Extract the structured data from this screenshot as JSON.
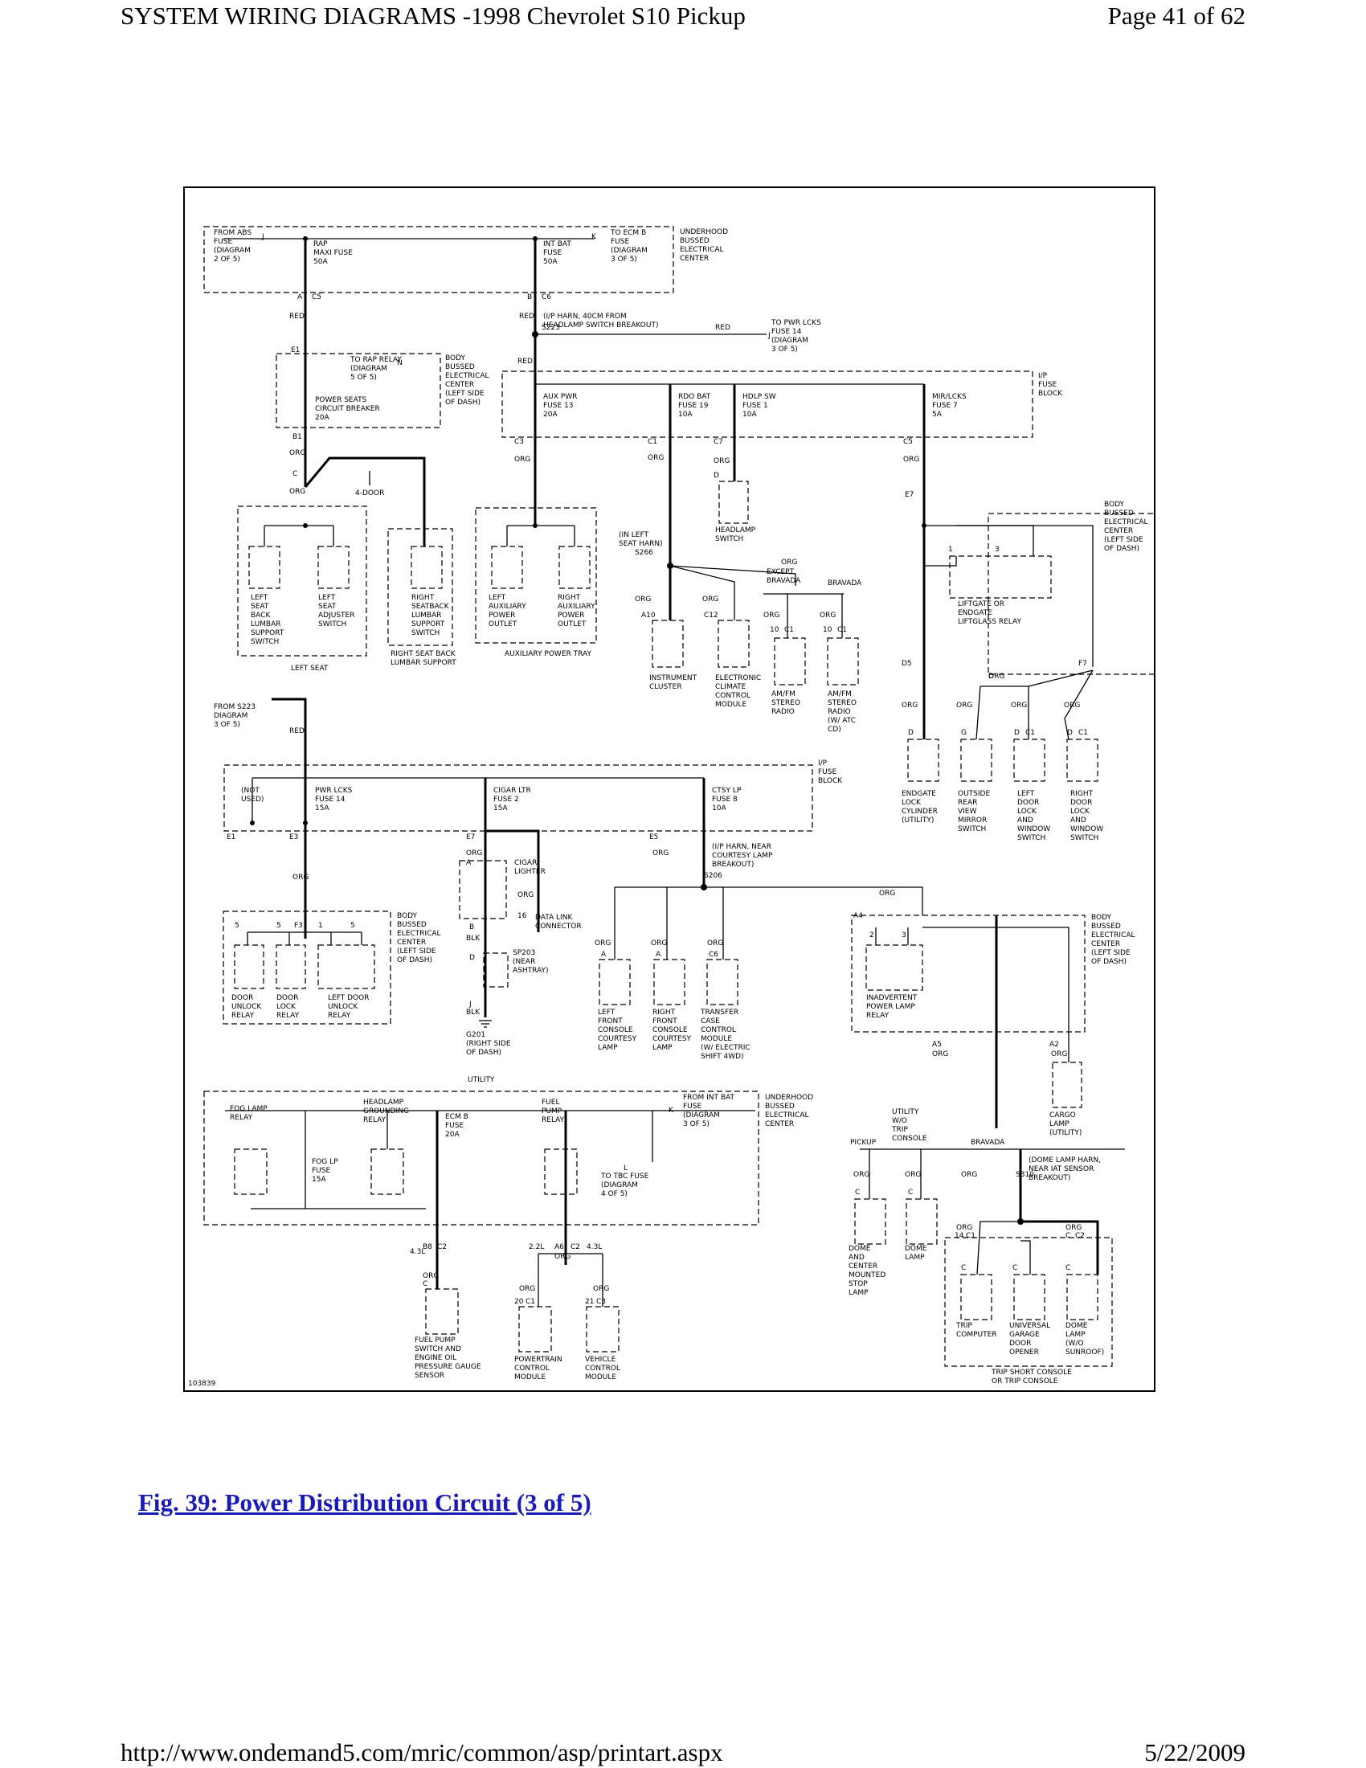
{
  "header": {
    "title": "SYSTEM WIRING DIAGRAMS -1998 Chevrolet S10 Pickup",
    "page": "Page 41 of 62"
  },
  "caption": "Fig. 39: Power Distribution Circuit (3 of 5)",
  "footer": {
    "url": "http://www.ondemand5.com/mric/common/asp/printart.aspx",
    "date": "5/22/2009"
  },
  "diagram": {
    "figure_id": "103839",
    "blocks": {
      "underhood_top": "UNDERHOOD|BUSSED|ELECTRICAL|CENTER",
      "from_abs": "FROM ABS|FUSE|(DIAGRAM|2 OF 5)",
      "rap_maxi": "RAP|MAXI FUSE|50A",
      "int_bat": "INT BAT|FUSE|50A",
      "to_ecm_b": "TO ECM B|FUSE|(DIAGRAM|3 OF 5)",
      "ip_harn_headlamp": "(I/P HARN, 40CM FROM|HEADLAMP SWITCH BREAKOUT)",
      "to_pwr_lcks_top": "TO PWR LCKS|FUSE 14|(DIAGRAM|3 OF 5)",
      "to_rap_relay": "TO RAP RELAY|(DIAGRAM|5 OF 5)",
      "bbec_left_dash_1": "BODY|BUSSED|ELECTRICAL|CENTER|(LEFT SIDE|OF DASH)",
      "power_seats_cb": "POWER SEATS|CIRCUIT BREAKER|20A",
      "ip_fuse_block_1": "I/P|FUSE|BLOCK",
      "aux_pwr": "AUX PWR|FUSE 13|20A",
      "rdo_bat": "RDO BAT|FUSE 19|10A",
      "hdlp_sw": "HDLP SW|FUSE 1|10A",
      "mir_lcks": "MIR/LCKS|FUSE 7|5A",
      "four_door": "4-DOOR",
      "headlamp_switch": "HEADLAMP|SWITCH",
      "bbec_left_dash_2": "BODY|BUSSED|ELECTRICAL|CENTER|(LEFT SIDE|OF DASH)",
      "left_lumbar": "LEFT|SEAT|BACK|LUMBAR|SUPPORT|SWITCH",
      "left_adjuster": "LEFT|SEAT|ADJUSTER|SWITCH",
      "left_seat": "LEFT SEAT",
      "right_lumbar": "RIGHT|SEATBACK|LUMBAR|SUPPORT|SWITCH",
      "right_lumbar_title": "RIGHT SEAT BACK|LUMBAR SUPPORT",
      "left_aux_outlet": "LEFT|AUXILIARY|POWER|OUTLET",
      "right_aux_outlet": "RIGHT|AUXILIARY|POWER|OUTLET",
      "aux_power_tray": "AUXILIARY POWER TRAY",
      "in_left_seat_harn": "(IN LEFT|SEAT HARN)",
      "except_bravada": "EXCEPT|BRAVADA",
      "bravada_1": "BRAVADA",
      "liftgate_relay": "LIFTGATE OR|ENDGATE|LIFTGLASS RELAY",
      "instrument_cluster": "INSTRUMENT|CLUSTER",
      "ecc_module": "ELECTRONIC|CLIMATE|CONTROL|MODULE",
      "amfm_radio": "AM/FM|STEREO|RADIO",
      "amfm_radio_cd": "AM/FM|STEREO|RADIO|(W/ ATC|CD)",
      "from_s223": "FROM S223|DIAGRAM|3 OF 5)",
      "ip_fuse_block_2": "I/P|FUSE|BLOCK",
      "not_used": "(NOT|USED)",
      "pwr_lcks": "PWR LCKS|FUSE 14|15A",
      "cigar_ltr": "CIGAR LTR|FUSE 2|15A",
      "ctsy_lp": "CTSY LP|FUSE 8|10A",
      "endgate_lock": "ENDGATE|LOCK|CYLINDER|(UTILITY)",
      "outside_mirror": "OUTSIDE|REAR|VIEW|MIRROR|SWITCH",
      "left_door_lock": "LEFT|DOOR|LOCK|AND|WINDOW|SWITCH",
      "right_door_lock": "RIGHT|DOOR|LOCK|AND|WINDOW|SWITCH",
      "cigar_lighter": "CIGAR|LIGHTER",
      "data_link": "DATA LINK|CONNECTOR",
      "ip_harn_courtesy": "(I/P HARN, NEAR|COURTESY LAMP|BREAKOUT)",
      "bbec_left_dash_3": "BODY|BUSSED|ELECTRICAL|CENTER|(LEFT SIDE|OF DASH)",
      "bbec_left_dash_4": "BODY|BUSSED|ELECTRICAL|CENTER|(LEFT SIDE|OF DASH)",
      "door_unlock": "DOOR|UNLOCK|RELAY",
      "door_lock": "DOOR|LOCK|RELAY",
      "left_door_unlock": "LEFT DOOR|UNLOCK|RELAY",
      "sp203": "SP203|(NEAR|ASHTRAY)",
      "left_console_lamp": "LEFT|FRONT|CONSOLE|COURTESY|LAMP",
      "right_console_lamp": "RIGHT|FRONT|CONSOLE|COURTESY|LAMP",
      "transfer_case": "TRANSFER|CASE|CONTROL|MODULE|(W/ ELECTRIC|SHIFT 4WD)",
      "inadvertent_relay": "INADVERTENT|POWER LAMP|RELAY",
      "g201": "G201|(RIGHT SIDE|OF DASH)",
      "utility_top": "UTILITY",
      "cargo_lamp": "CARGO|LAMP|(UTILITY)",
      "underhood_bottom": "UNDERHOOD|BUSSED|ELECTRICAL|CENTER",
      "from_int_bat": "FROM INT BAT|FUSE|(DIAGRAM|3 OF 5)",
      "fog_lamp_relay": "FOG LAMP|RELAY",
      "headlamp_gnd_relay": "HEADLAMP|GROUNDING|RELAY",
      "fuel_pump_relay": "FUEL|PUMP|RELAY",
      "fog_lp_fuse": "FOG LP|FUSE|15A",
      "ecm_b_fuse": "ECM B|FUSE|20A",
      "to_tbc": "TO TBC FUSE|(DIAGRAM|4 OF 5)",
      "utility_wo_trip": "UTILITY|W/O|TRIP|CONSOLE",
      "pickup": "PICKUP",
      "bravada_2": "BRAVADA",
      "dome_lamp_harn": "(DOME LAMP HARN,|NEAR IAT SENSOR|BREAKOUT)",
      "l43_a": "4.3L",
      "l22": "2.2L",
      "l43_b": "4.3L",
      "fuel_pump_switch": "FUEL PUMP|SWITCH AND|ENGINE OIL|PRESSURE GAUGE|SENSOR",
      "pcm": "POWERTRAIN|CONTROL|MODULE",
      "vcm": "VEHICLE|CONTROL|MODULE",
      "dome_center_stop": "DOME|AND|CENTER|MOUNTED|STOP|LAMP",
      "dome_lamp_1": "DOME|LAMP",
      "trip_computer": "TRIP|COMPUTER",
      "garage_opener": "UNIVERSAL|GARAGE|DOOR|OPENER",
      "dome_lamp_sunroof": "DOME|LAMP|(W/O|SUNROOF)",
      "trip_console": "TRIP SHORT CONSOLE|OR TRIP CONSOLE"
    },
    "marks": {
      "m01": "J",
      "m02": "K",
      "m03": "A",
      "m04": "C5",
      "m05": "B",
      "m06": "C6",
      "m07": "RED",
      "m08": "RED",
      "m09": "S223",
      "m10": "RED",
      "m11": "J",
      "m12": "E1",
      "m13": "N",
      "m14": "RED",
      "m15": "B1",
      "m16": "C3",
      "m17": "C1",
      "m18": "C7",
      "m19": "C5",
      "m20": "ORG",
      "m21": "ORG",
      "m22": "ORG",
      "m23": "ORG",
      "m24": "ORG",
      "m25": "C",
      "m26": "ORG",
      "m27": "D",
      "m28": "E7",
      "m29": "S266",
      "m30": "ORG",
      "m31": "1",
      "m32": "3",
      "m33": "ORG",
      "m34": "ORG",
      "m35": "ORG",
      "m36": "ORG",
      "m37": "A10",
      "m38": "C12",
      "m39": "10",
      "m40": "C1",
      "m41": "10",
      "m42": "C1",
      "m43": "D5",
      "m44": "F7",
      "m45": "ORG",
      "m46": "ORG",
      "m47": "ORG",
      "m48": "ORG",
      "m49": "ORG",
      "m50": "D",
      "m51": "G",
      "m52": "D",
      "m53": "C1",
      "m54": "D",
      "m55": "C1",
      "m56": "RED",
      "m57": "E1",
      "m58": "E3",
      "m59": "E7",
      "m60": "E5",
      "m61": "ORG",
      "m62": "ORG",
      "m63": "ORG",
      "m64": "A",
      "m65": "S206",
      "m66": "ORG",
      "m67": "ORG",
      "m68": "16",
      "m69": "F3",
      "m70": "5",
      "m71": "5",
      "m72": "1",
      "m73": "5",
      "m74": "B",
      "m75": "BLK",
      "m76": "D",
      "m77": "J",
      "m78": "BLK",
      "m79": "ORG",
      "m80": "ORG",
      "m81": "ORG",
      "m82": "A",
      "m83": "A",
      "m84": "C6",
      "m85": "A4",
      "m86": "2",
      "m87": "3",
      "m88": "A5",
      "m89": "ORG",
      "m90": "A2",
      "m91": "ORG",
      "m92": "K",
      "m93": "L",
      "m94": "B8",
      "m95": "C2",
      "m96": "A6",
      "m97": "C2",
      "m98": "ORG",
      "m99": "ORG",
      "m100": "C",
      "m101": "ORG",
      "m102": "ORG",
      "m103": "20",
      "m104": "C1",
      "m105": "21",
      "m106": "C3",
      "m107": "ORG",
      "m108": "ORG",
      "m109": "C",
      "m110": "C",
      "m111": "ORG",
      "m112": "S310",
      "m113": "ORG",
      "m114": "ORG",
      "m115": "14",
      "m116": "C1",
      "m117": "C",
      "m118": "C2",
      "m119": "C",
      "m120": "C",
      "m121": "C",
      "m122": "D"
    }
  }
}
